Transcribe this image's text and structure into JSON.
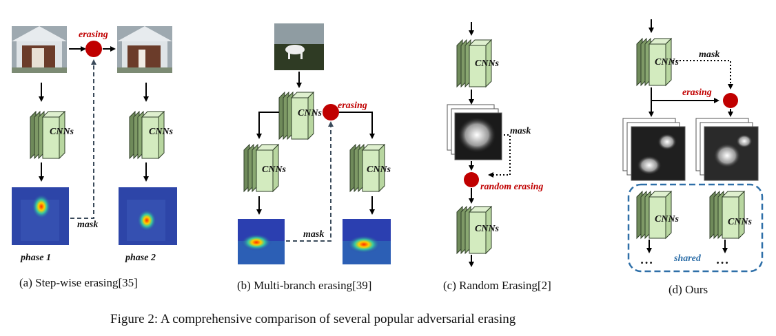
{
  "panels": {
    "a": {
      "label_erasing": "erasing",
      "label_cnn_1": "CNNs",
      "label_cnn_2": "CNNs",
      "label_mask": "mask",
      "label_phase1": "phase 1",
      "label_phase2": "phase 2",
      "caption": "(a) Step-wise erasing[35]"
    },
    "b": {
      "label_cnn_top": "CNNs",
      "label_erasing": "erasing",
      "label_cnn_left": "CNNs",
      "label_cnn_right": "CNNs",
      "label_mask": "mask",
      "caption": "(b) Multi-branch erasing[39]"
    },
    "c": {
      "label_cnn_top": "CNNs",
      "label_mask": "mask",
      "label_random_erasing": "random erasing",
      "label_cnn_bottom": "CNNs",
      "caption": "(c) Random Erasing[2]"
    },
    "d": {
      "label_cnn_top": "CNNs",
      "label_mask": "mask",
      "label_erasing": "erasing",
      "label_cnn_left": "CNNs",
      "label_cnn_right": "CNNs",
      "label_shared": "shared",
      "label_ellipsis_left": "...",
      "label_ellipsis_right": "...",
      "caption": "(d) Ours"
    }
  },
  "figure_caption": "Figure 2: A comprehensive comparison of several popular adversarial erasing"
}
